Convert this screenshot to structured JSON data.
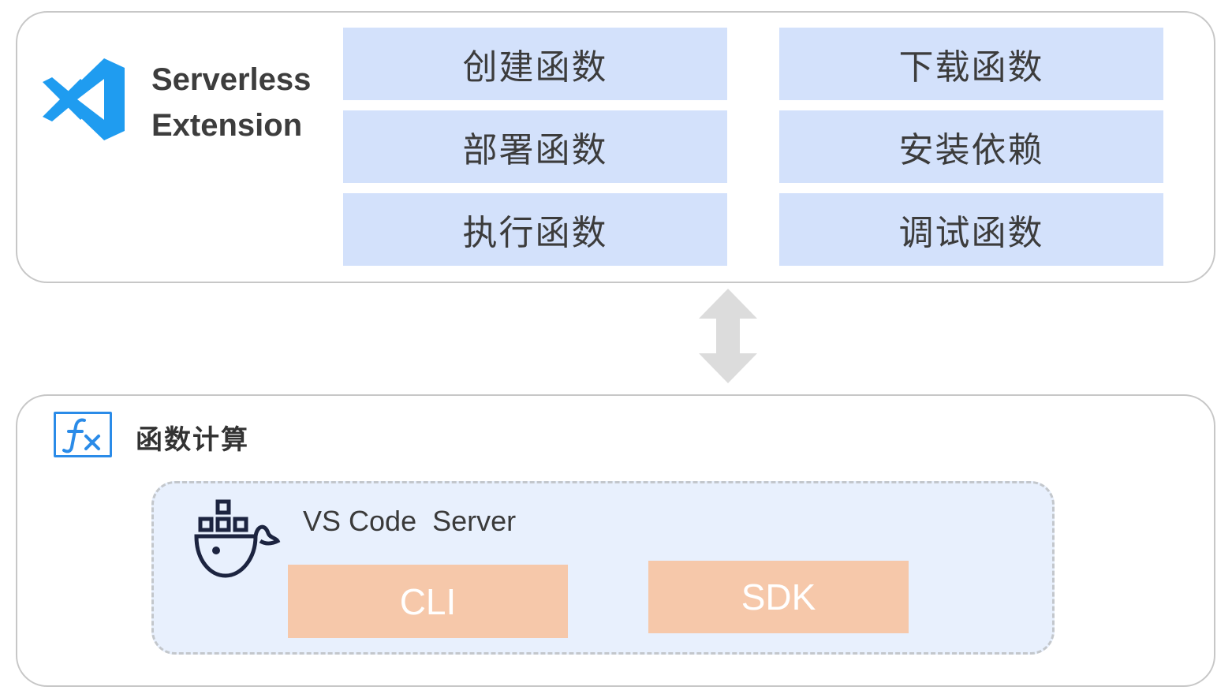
{
  "extension": {
    "title_line1": "Serverless",
    "title_line2": "Extension",
    "icon": "vscode-icon",
    "accent_color": "#1f9cf0"
  },
  "functions": [
    {
      "label": "创建函数"
    },
    {
      "label": "下载函数"
    },
    {
      "label": "部署函数"
    },
    {
      "label": "安装依赖"
    },
    {
      "label": "执行函数"
    },
    {
      "label": "调试函数"
    }
  ],
  "connector": {
    "icon": "double-arrow-icon",
    "color": "#dcdcdc"
  },
  "function_compute": {
    "title": "函数计算",
    "icon": "function-fx-icon",
    "accent_color": "#2a8be8"
  },
  "server": {
    "title": "VS Code  Server",
    "icon": "docker-icon",
    "tools": [
      {
        "label": "CLI"
      },
      {
        "label": "SDK"
      }
    ]
  },
  "colors": {
    "button_fill": "#d3e1fb",
    "server_fill": "#e8f0fd",
    "tool_fill": "#f6c8aa"
  }
}
